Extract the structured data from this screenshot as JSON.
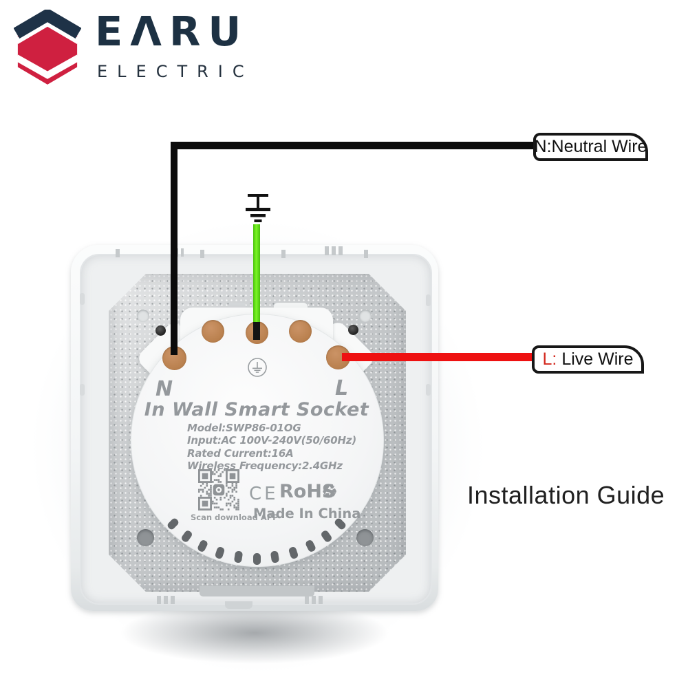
{
  "brand": {
    "wordmark": "EΛRU",
    "wordmark_plain": "EARU",
    "subtitle": "ELECTRIC",
    "colors": {
      "navy": "#1e3247",
      "red": "#cf2040"
    }
  },
  "annotations": {
    "neutral_label": "N:Neutral Wire",
    "live_label_prefix": "L:",
    "live_label_text": "Live Wire",
    "live_prefix_color": "#d3281e",
    "installation_guide": "Installation Guide",
    "wire_colors": {
      "neutral": "#0b0b0b",
      "live": "#ee1111",
      "ground": "#7bf625"
    }
  },
  "device": {
    "terminal_left": "N",
    "terminal_right": "L",
    "title": "In Wall Smart Socket",
    "specs": [
      "Model:SWP86-01OG",
      "Input:AC 100V-240V(50/60Hz)",
      "Rated Current:16A",
      "Wireless Frequency:2.4GHz"
    ],
    "qr_caption": "Scan download APP",
    "ce_mark": "CE",
    "rohs": "RoHS",
    "recycle_icon": "♻",
    "made_in": "Made In China",
    "terminal_color": "#ba814f"
  }
}
